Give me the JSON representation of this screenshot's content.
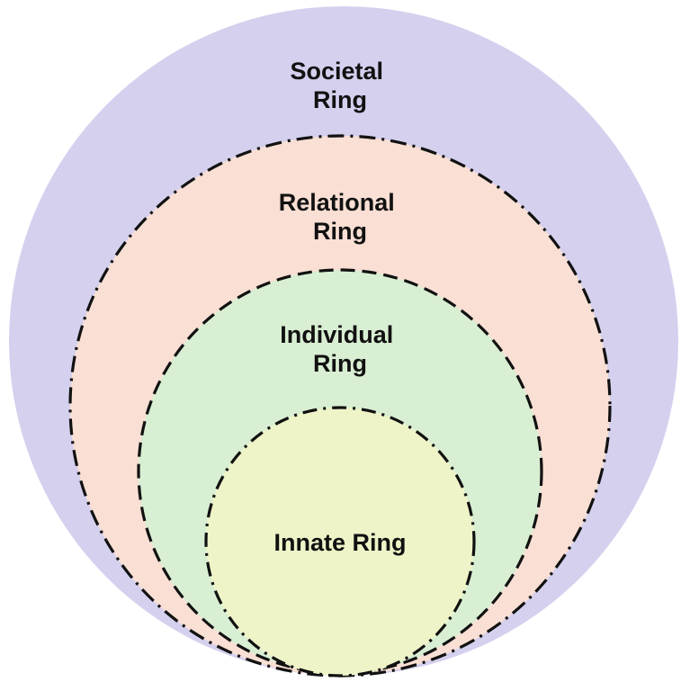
{
  "rings": [
    {
      "id": "societal",
      "label_lines": [
        "Societal",
        "Ring"
      ],
      "fill": "#d4d0ee",
      "border": "none"
    },
    {
      "id": "relational",
      "label_lines": [
        "Relational",
        "Ring"
      ],
      "fill": "#f9dfd4",
      "border": "dash-dot"
    },
    {
      "id": "individual",
      "label_lines": [
        "Individual",
        "Ring"
      ],
      "fill": "#d9efd3",
      "border": "dashed"
    },
    {
      "id": "innate",
      "label_lines": [
        "Innate Ring"
      ],
      "fill": "#eef4c8",
      "border": "dash-dot"
    }
  ],
  "colors": {
    "border": "#111111",
    "label": "#111111"
  }
}
